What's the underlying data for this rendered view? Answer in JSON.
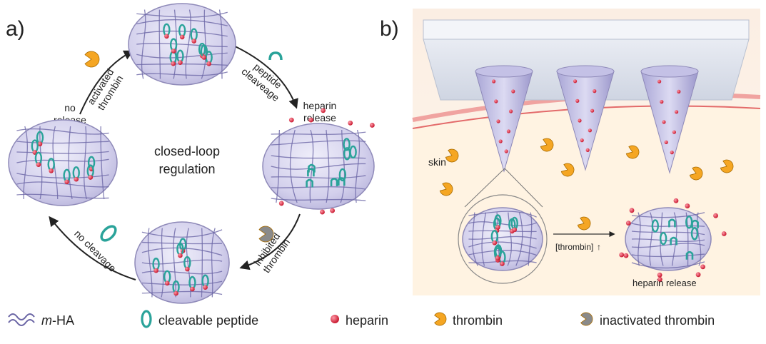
{
  "panel_a": {
    "label": "a)",
    "center_text": [
      "closed-loop",
      "regulation"
    ],
    "steps": {
      "activated": [
        "activated",
        "thrombin"
      ],
      "cleavage": [
        "peptide",
        "cleaveage"
      ],
      "heparin_release": [
        "heparin",
        "release"
      ],
      "inhibited": [
        "inhibited",
        "thrombin"
      ],
      "no_cleavage": "no cleavage",
      "no_release": [
        "no",
        "release"
      ]
    }
  },
  "panel_b": {
    "label": "b)",
    "skin": "skin",
    "thrombin_concentration": "[thrombin]",
    "heparin_release": "heparin release"
  },
  "legend": {
    "m_ha_italic": "m",
    "m_ha_rest": "-HA",
    "peptide": "cleavable peptide",
    "heparin": "heparin",
    "thrombin": "thrombin",
    "inactivated": "inactivated thrombin"
  },
  "colors": {
    "gel_fill": "#c9c6e6",
    "gel_stroke": "#8e89b8",
    "mesh": "#6c67a6",
    "peptide": "#2aa39a",
    "heparin": "#e0324b",
    "thrombin": "#f5a623",
    "inactivated": "#8a8a8a",
    "skin_top": "#fbe7d8",
    "skin_line": "#e36a6a",
    "patch": "#dfe3ec"
  }
}
